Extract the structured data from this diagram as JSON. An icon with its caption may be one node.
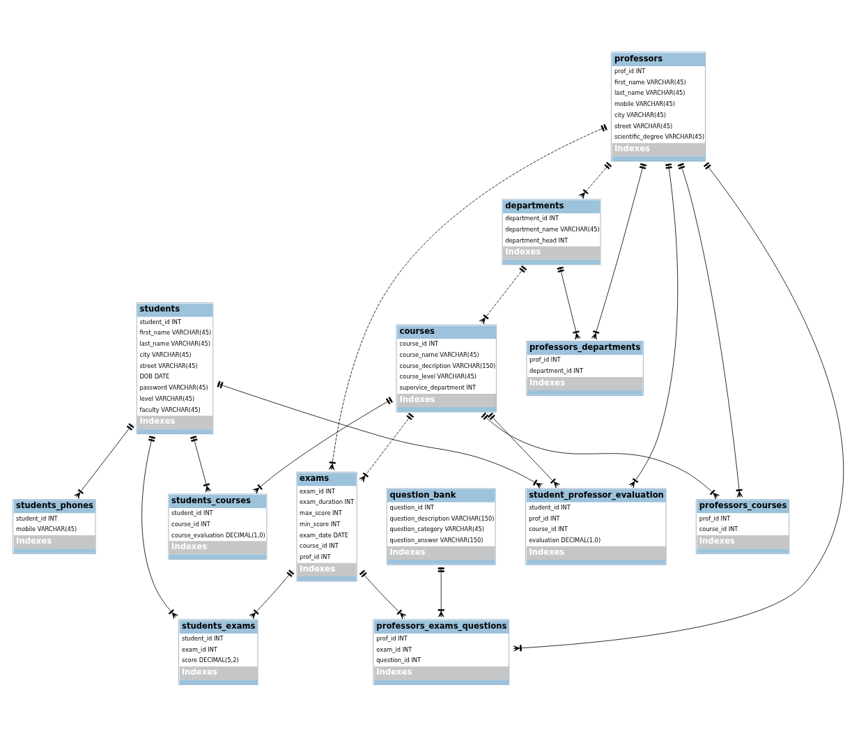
{
  "diagram": {
    "nodes": [
      {
        "text": [
          "students",
          "student_id INT",
          "first_name VARCHAR(45)",
          "last_name VARCHAR(45)",
          "city VARCHAR(45)",
          "street VARCHAR(45)",
          "DOB DATE",
          "password VARCHAR(45)",
          "level VARCHAR(45)",
          "faculty VARCHAR(45)",
          "Indexes"
        ]
      },
      {
        "text": [
          "students_phones",
          "student_id INT",
          "mobile VARCHAR(45)",
          "Indexes"
        ]
      },
      {
        "text": [
          "exams",
          "exam_id INT",
          "exam_duration INT",
          "max_score INT",
          "min_score INT",
          "exam_date DATE",
          "course_id INT",
          "prof_id INT",
          "Indexes"
        ]
      },
      {
        "text": [
          "professors",
          "prof_id INT",
          "first_name VARCHAR(45)",
          "last_name VARCHAR(45)",
          "mobile VARCHAR(45)",
          "city VARCHAR(45)",
          "street VARCHAR(45)",
          "scientific_degree VARCHAR(45)",
          "Indexes"
        ]
      },
      {
        "text": [
          "students_exams",
          "student_id INT",
          "exam_id INT",
          "score DECIMAL(5,2)",
          "Indexes"
        ]
      },
      {
        "text": [
          "departments",
          "department_id INT",
          "department_name VARCHAR(45)",
          "department_head INT",
          "Indexes"
        ]
      },
      {
        "text": [
          "professors_departments",
          "prof_id INT",
          "department_id INT",
          "Indexes"
        ]
      },
      {
        "text": [
          "students_courses",
          "student_id INT",
          "course_id INT",
          "course_evaluation DECIMAL(1,0)",
          "Indexes"
        ]
      },
      {
        "text": [
          "courses",
          "course_id INT",
          "course_name VARCHAR(45)",
          "course_decription VARCHAR(150)",
          "course_level VARCHAR(45)",
          "supervice_department INT",
          "Indexes"
        ]
      },
      {
        "text": [
          "professors_courses",
          "prof_id INT",
          "course_id INT",
          "Indexes"
        ]
      },
      {
        "text": [
          "professors_exams_questions",
          "prof_id INT",
          "exam_id INT",
          "question_id INT",
          "Indexes"
        ]
      },
      {
        "text": [
          "question_bank",
          "question_id INT",
          "question_description VARCHAR(150)",
          "question_category VARCHAR(45)",
          "question_answer VARCHAR(150)",
          "Indexes"
        ]
      },
      {
        "text": [
          "student_professor_evaluation",
          "student_id INT",
          "prof_id INT",
          "course_id INT",
          "evaluation DECIMAL(1,0)",
          "Indexes"
        ]
      }
    ],
    "edges": [
      {
        "from": 0,
        "to": 1,
        "arrow": "other"
      },
      {
        "from": 0,
        "to": 4,
        "arrow": "other"
      },
      {
        "from": 2,
        "to": 4,
        "arrow": "other"
      },
      {
        "from": 3,
        "to": 2,
        "arrow": "other",
        "style": "dashed"
      },
      {
        "from": 3,
        "to": 5,
        "arrow": "other",
        "style": "dashed"
      },
      {
        "from": 3,
        "to": 6,
        "arrow": "other"
      },
      {
        "from": 5,
        "to": 6,
        "arrow": "other"
      },
      {
        "from": 0,
        "to": 7,
        "arrow": "other"
      },
      {
        "from": 8,
        "to": 2,
        "arrow": "other",
        "style": "dashed"
      },
      {
        "from": 5,
        "to": 8,
        "arrow": "other",
        "style": "dashed"
      },
      {
        "from": 8,
        "to": 7,
        "arrow": "other"
      },
      {
        "from": 8,
        "to": 9,
        "arrow": "other"
      },
      {
        "from": 3,
        "to": 9,
        "arrow": "other"
      },
      {
        "from": 2,
        "to": 10,
        "arrow": "other"
      },
      {
        "from": 3,
        "to": 10,
        "arrow": "other"
      },
      {
        "from": 11,
        "to": 10,
        "arrow": "other"
      },
      {
        "from": 0,
        "to": 12,
        "arrow": "other"
      },
      {
        "from": 3,
        "to": 12,
        "arrow": "other"
      },
      {
        "from": 8,
        "to": 12,
        "arrow": "other"
      }
    ]
  }
}
